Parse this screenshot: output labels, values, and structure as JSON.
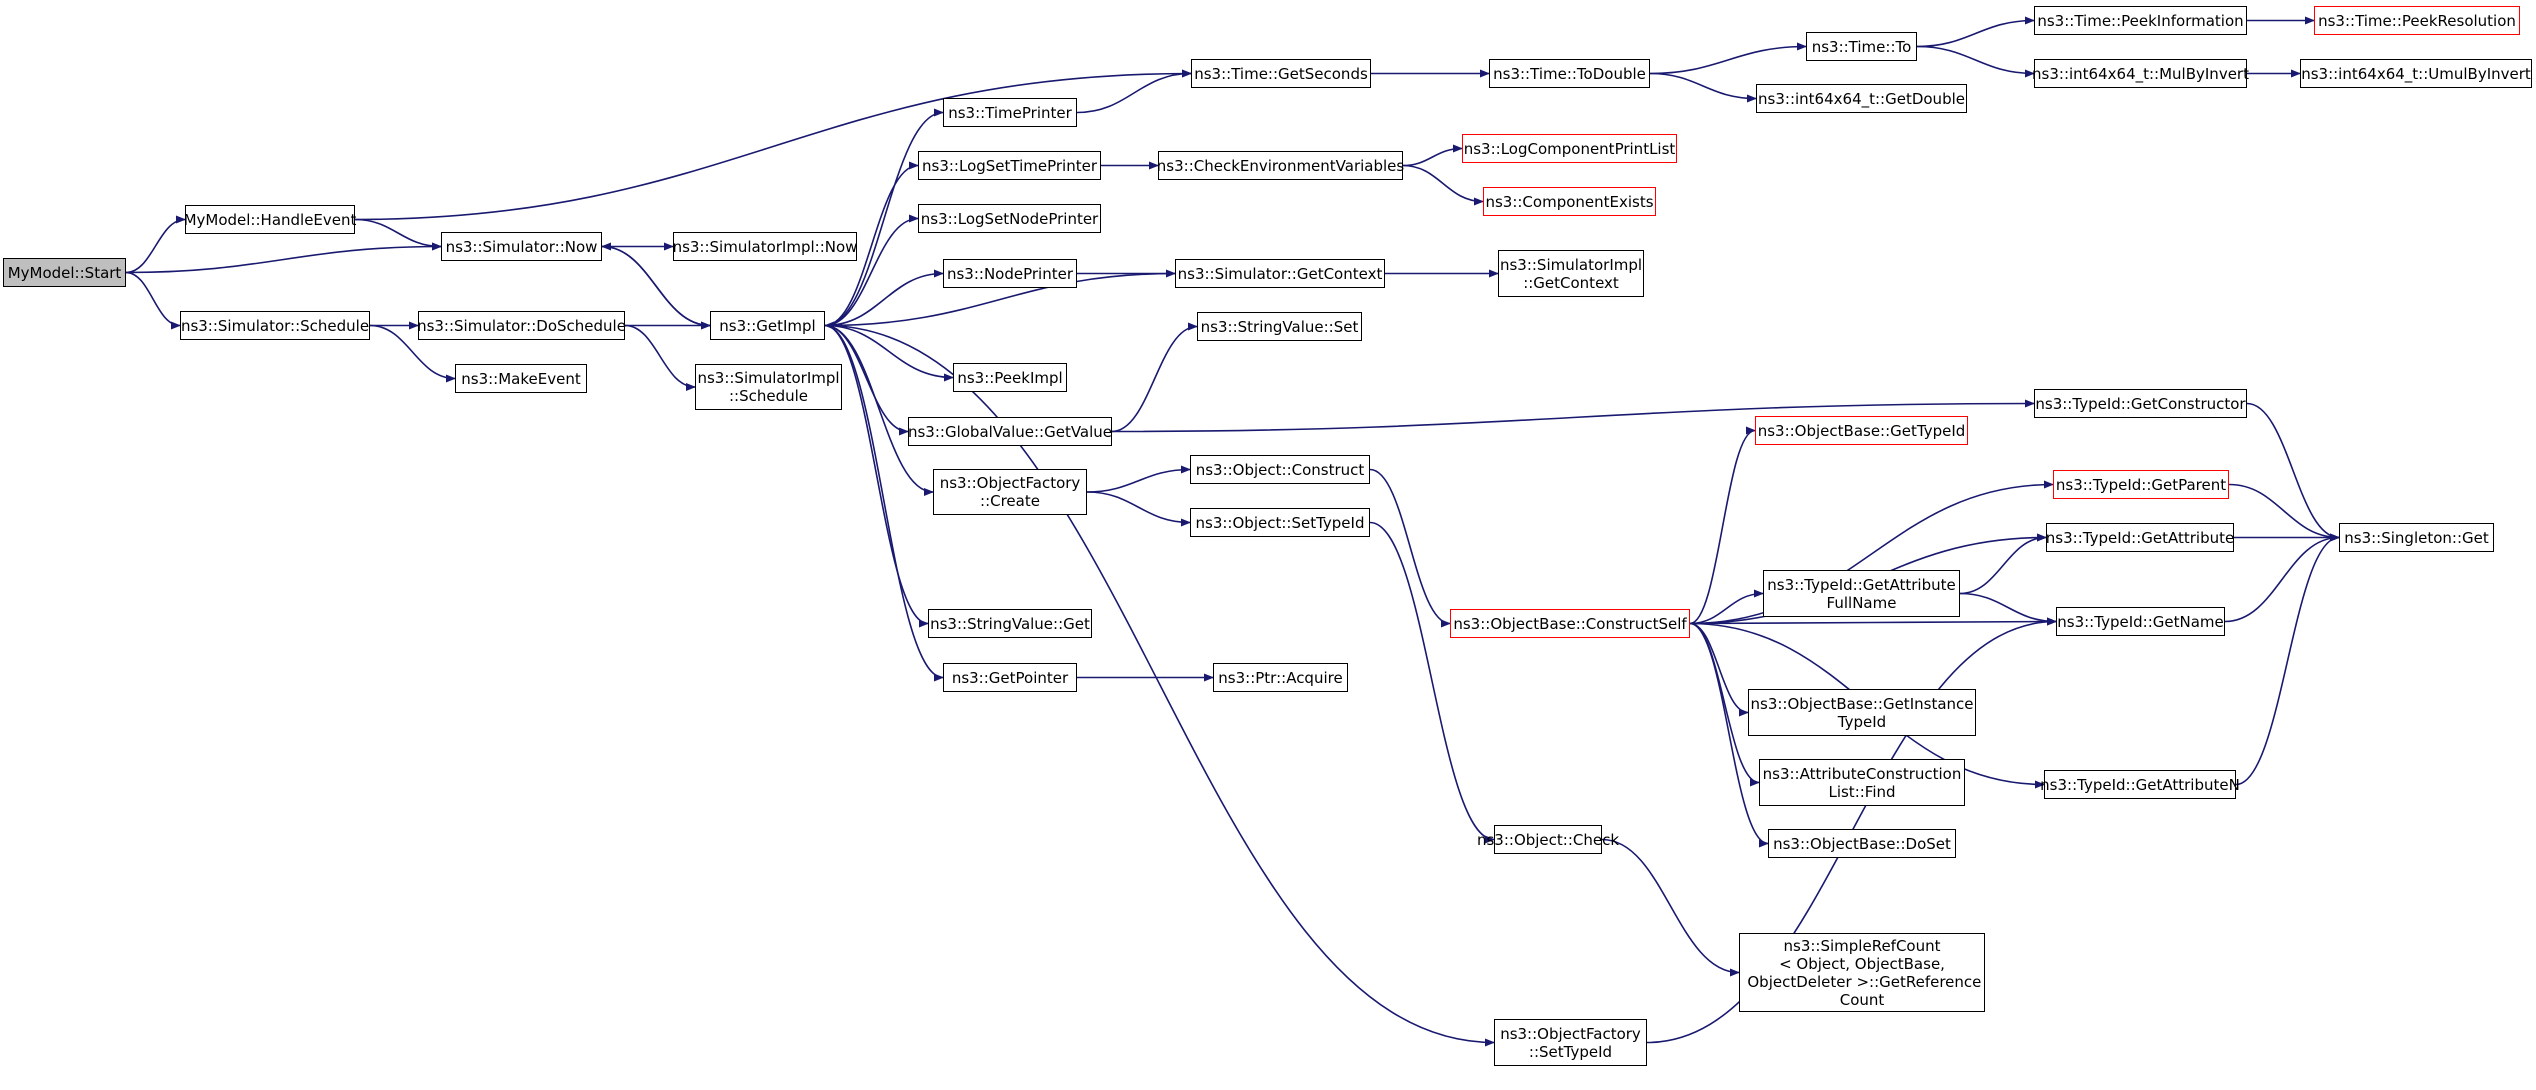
{
  "graph": {
    "edge_color": "#191970",
    "root_fill": "#bfbfbf",
    "truncated_border_color": "#ff0000",
    "nodes": [
      {
        "id": "n0",
        "label": "MyModel::Start",
        "root": true
      },
      {
        "id": "n1",
        "label": "MyModel::HandleEvent"
      },
      {
        "id": "n2",
        "label": "ns3::Simulator::Now"
      },
      {
        "id": "n3",
        "label": "ns3::Simulator::Schedule"
      },
      {
        "id": "n4",
        "label": "ns3::Simulator::DoSchedule"
      },
      {
        "id": "n5",
        "label": "ns3::MakeEvent"
      },
      {
        "id": "n6",
        "label": "ns3::SimulatorImpl::Now"
      },
      {
        "id": "n7",
        "label": "ns3::GetImpl"
      },
      {
        "id": "n8",
        "label": "ns3::SimulatorImpl\n::Schedule"
      },
      {
        "id": "n9",
        "label": "ns3::TimePrinter"
      },
      {
        "id": "n10",
        "label": "ns3::LogSetTimePrinter"
      },
      {
        "id": "n11",
        "label": "ns3::LogSetNodePrinter"
      },
      {
        "id": "n12",
        "label": "ns3::NodePrinter"
      },
      {
        "id": "n13",
        "label": "ns3::PeekImpl"
      },
      {
        "id": "n14",
        "label": "ns3::GlobalValue::GetValue"
      },
      {
        "id": "n15",
        "label": "ns3::ObjectFactory\n::Create"
      },
      {
        "id": "n16",
        "label": "ns3::StringValue::Get"
      },
      {
        "id": "n17",
        "label": "ns3::GetPointer"
      },
      {
        "id": "n18",
        "label": "ns3::Time::GetSeconds"
      },
      {
        "id": "n19",
        "label": "ns3::Time::ToDouble"
      },
      {
        "id": "n20",
        "label": "ns3::Time::To"
      },
      {
        "id": "n21",
        "label": "ns3::int64x64_t::GetDouble"
      },
      {
        "id": "n22",
        "label": "ns3::Time::PeekInformation"
      },
      {
        "id": "n23",
        "label": "ns3::Time::PeekResolution",
        "truncated": true
      },
      {
        "id": "n24",
        "label": "ns3::int64x64_t::MulByInvert"
      },
      {
        "id": "n25",
        "label": "ns3::int64x64_t::UmulByInvert"
      },
      {
        "id": "n26",
        "label": "ns3::CheckEnvironmentVariables"
      },
      {
        "id": "n27",
        "label": "ns3::LogComponentPrintList",
        "truncated": true
      },
      {
        "id": "n28",
        "label": "ns3::ComponentExists",
        "truncated": true
      },
      {
        "id": "n29",
        "label": "ns3::Simulator::GetContext"
      },
      {
        "id": "n30",
        "label": "ns3::SimulatorImpl\n::GetContext"
      },
      {
        "id": "n31",
        "label": "ns3::StringValue::Set"
      },
      {
        "id": "n32",
        "label": "ns3::Object::Construct"
      },
      {
        "id": "n33",
        "label": "ns3::Object::SetTypeId"
      },
      {
        "id": "n34",
        "label": "ns3::Ptr::Acquire"
      },
      {
        "id": "n35",
        "label": "ns3::ObjectBase::ConstructSelf",
        "truncated": true
      },
      {
        "id": "n36",
        "label": "ns3::Object::Check"
      },
      {
        "id": "n37",
        "label": "ns3::ObjectFactory\n::SetTypeId"
      },
      {
        "id": "n38",
        "label": "ns3::TypeId::GetConstructor"
      },
      {
        "id": "n39",
        "label": "ns3::ObjectBase::GetTypeId",
        "truncated": true
      },
      {
        "id": "n40",
        "label": "ns3::TypeId::GetParent",
        "truncated": true
      },
      {
        "id": "n41",
        "label": "ns3::TypeId::GetAttribute"
      },
      {
        "id": "n42",
        "label": "ns3::TypeId::GetAttribute\nFullName"
      },
      {
        "id": "n43",
        "label": "ns3::TypeId::GetName"
      },
      {
        "id": "n44",
        "label": "ns3::ObjectBase::GetInstance\nTypeId"
      },
      {
        "id": "n45",
        "label": "ns3::AttributeConstruction\nList::Find"
      },
      {
        "id": "n46",
        "label": "ns3::ObjectBase::DoSet"
      },
      {
        "id": "n47",
        "label": "ns3::TypeId::GetAttributeN"
      },
      {
        "id": "n48",
        "label": "ns3::Singleton::Get"
      },
      {
        "id": "n49",
        "label": "ns3::SimpleRefCount\n< Object, ObjectBase,\n ObjectDeleter >::GetReference\nCount"
      }
    ]
  }
}
